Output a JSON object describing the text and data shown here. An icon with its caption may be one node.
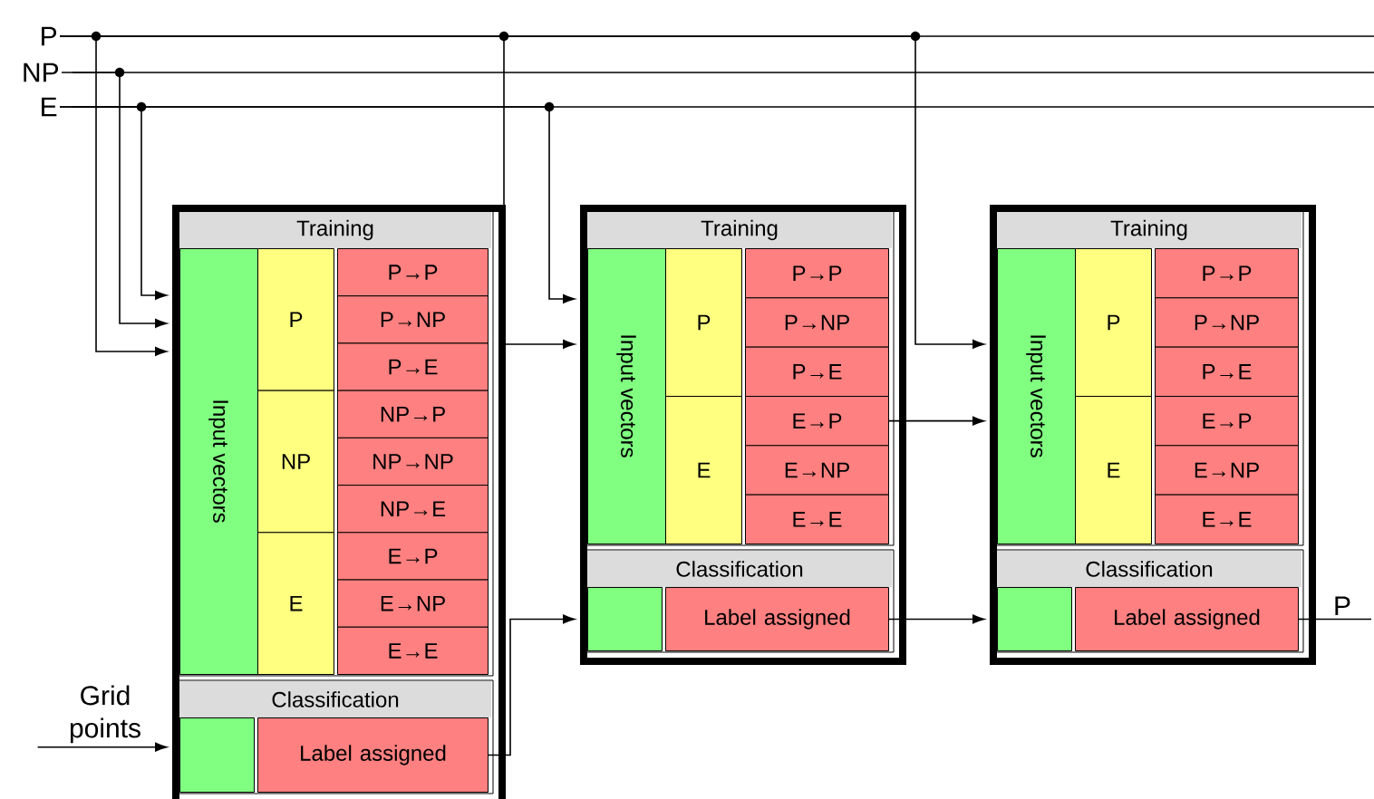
{
  "diagram": {
    "nodes": [
      {
        "text": [
          "P"
        ]
      },
      {
        "text": [
          "NP"
        ]
      },
      {
        "text": [
          "E"
        ]
      },
      {
        "text": [
          "Grid points"
        ]
      },
      {
        "text": [],
        "shape": "box"
      },
      {
        "text": [
          "Training"
        ],
        "in": 4
      },
      {
        "text": [
          "Input vectors"
        ],
        "in": 5
      },
      {
        "text": [
          "P"
        ],
        "in": 5
      },
      {
        "text": [
          "NP"
        ],
        "in": 5
      },
      {
        "text": [
          "E"
        ],
        "in": 5
      },
      {
        "text": [
          "P→P"
        ],
        "in": 5
      },
      {
        "text": [
          "P→NP"
        ],
        "in": 5
      },
      {
        "text": [
          "P→E"
        ],
        "in": 5
      },
      {
        "text": [
          "NP→P"
        ],
        "in": 5
      },
      {
        "text": [
          "NP→NP"
        ],
        "in": 5
      },
      {
        "text": [
          "NP→E"
        ],
        "in": 5
      },
      {
        "text": [
          "E→P"
        ],
        "in": 5
      },
      {
        "text": [
          "E→NP"
        ],
        "in": 5
      },
      {
        "text": [
          "E→E"
        ],
        "in": 5
      },
      {
        "text": [
          "Classification"
        ],
        "in": 4
      },
      {
        "text": [],
        "shape": "box",
        "in": 19
      },
      {
        "text": [
          "Label assigned"
        ],
        "in": 19
      },
      {
        "text": [],
        "shape": "box"
      },
      {
        "text": [
          "Training"
        ],
        "in": 22
      },
      {
        "text": [
          "Input vectors"
        ],
        "in": 23
      },
      {
        "text": [
          "P"
        ],
        "in": 23
      },
      {
        "text": [
          "E"
        ],
        "in": 23
      },
      {
        "text": [
          "P→P"
        ],
        "in": 23
      },
      {
        "text": [
          "P→NP"
        ],
        "in": 23
      },
      {
        "text": [
          "P→E"
        ],
        "in": 23
      },
      {
        "text": [
          "E→P"
        ],
        "in": 23
      },
      {
        "text": [
          "E→NP"
        ],
        "in": 23
      },
      {
        "text": [
          "E→E"
        ],
        "in": 23
      },
      {
        "text": [
          "Classification"
        ],
        "in": 22
      },
      {
        "text": [],
        "shape": "box",
        "in": 33
      },
      {
        "text": [
          "Label assigned"
        ],
        "in": 33
      },
      {
        "text": [],
        "shape": "box"
      },
      {
        "text": [
          "Training"
        ],
        "in": 36
      },
      {
        "text": [
          "Input vectors"
        ],
        "in": 37
      },
      {
        "text": [
          "P"
        ],
        "in": 37
      },
      {
        "text": [
          "E"
        ],
        "in": 37
      },
      {
        "text": [
          "P→P"
        ],
        "in": 37
      },
      {
        "text": [
          "P→NP"
        ],
        "in": 37
      },
      {
        "text": [
          "P→E"
        ],
        "in": 37
      },
      {
        "text": [
          "E→P"
        ],
        "in": 37
      },
      {
        "text": [
          "E→NP"
        ],
        "in": 37
      },
      {
        "text": [
          "E→E"
        ],
        "in": 37
      },
      {
        "text": [
          "Classification"
        ],
        "in": 36
      },
      {
        "text": [],
        "shape": "box",
        "in": 47
      },
      {
        "text": [
          "Label assigned"
        ],
        "in": 47
      }
    ],
    "edges": [
      {
        "from": 0,
        "to": 6,
        "arrow": "to"
      },
      {
        "from": 1,
        "to": 6,
        "arrow": "to"
      },
      {
        "from": 2,
        "to": 6,
        "arrow": "to"
      },
      {
        "from": 0,
        "to": 24,
        "arrow": "to"
      },
      {
        "from": 2,
        "to": 24,
        "arrow": "to"
      },
      {
        "from": 0,
        "to": 38,
        "arrow": "to"
      },
      {
        "from": 3,
        "to": 20,
        "arrow": "to"
      },
      {
        "from": 21,
        "to": 34,
        "arrow": "to"
      },
      {
        "from": 30,
        "to": 38,
        "arrow": "to"
      },
      {
        "from": 35,
        "to": 48,
        "arrow": "to"
      },
      {
        "from": 49,
        "to": null,
        "arrow": "none",
        "label": "P"
      }
    ]
  }
}
